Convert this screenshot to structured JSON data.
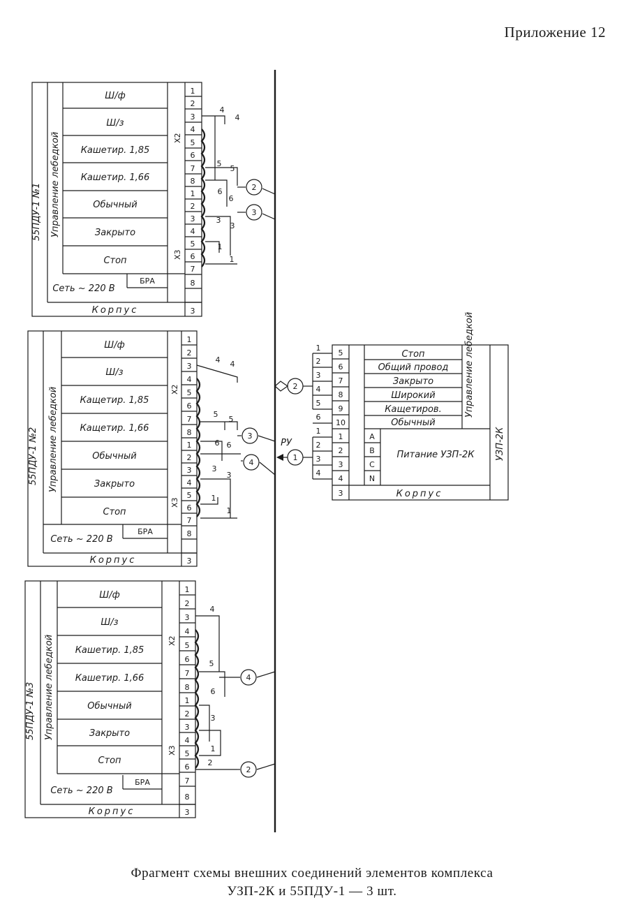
{
  "appendix_label": "Приложение 12",
  "caption": {
    "line1": "Фрагмент схемы внешних соединений элементов комплекса",
    "line2": "УЗП-2К и 55ПДУ-1 — 3 шт."
  },
  "pdu_units": [
    {
      "title": "55ПДУ-1 №1",
      "group_label": "Управление лебедкой",
      "functions": [
        "Ш/ф",
        "Ш/з",
        "Кашетир. 1,85",
        "Кашетир. 1,66",
        "Обычный",
        "Закрыто",
        "Стоп"
      ],
      "power_label": "Сеть ~ 220 В",
      "bra_label": "БРА",
      "case_label": "Корпус",
      "x2_label": "Х2",
      "x3_label": "Х3",
      "x2_pins": [
        "1",
        "2",
        "3",
        "4",
        "5",
        "6",
        "7",
        "8"
      ],
      "x3_pins": [
        "1",
        "2",
        "3",
        "4",
        "5",
        "6",
        "7",
        "8",
        "3"
      ],
      "wire_labels": [
        "4",
        "5",
        "6",
        "3",
        "1"
      ]
    },
    {
      "title": "55ПДУ-1 №2",
      "group_label": "Управление лебедкой",
      "functions": [
        "Ш/ф",
        "Ш/з",
        "Кащетир. 1,85",
        "Кащетир. 1,66",
        "Обычный",
        "Закрыто",
        "Стоп"
      ],
      "power_label": "Сеть ~ 220 В",
      "bra_label": "БРА",
      "case_label": "Корпус",
      "x2_label": "Х2",
      "x3_label": "Х3",
      "x2_pins": [
        "1",
        "2",
        "3",
        "4",
        "5",
        "6",
        "7",
        "8"
      ],
      "x3_pins": [
        "1",
        "2",
        "3",
        "4",
        "5",
        "6",
        "7",
        "8",
        "3"
      ],
      "wire_labels": [
        "4",
        "5",
        "6",
        "3",
        "1"
      ]
    },
    {
      "title": "55ПДУ-1 №3",
      "group_label": "Управление лебедкой",
      "functions": [
        "Ш/ф",
        "Ш/з",
        "Кашетир. 1,85",
        "Кашетир. 1,66",
        "Обычный",
        "Закрыто",
        "Стоп"
      ],
      "power_label": "Сеть ~ 220 В",
      "bra_label": "БРА",
      "case_label": "Корпус",
      "x2_label": "Х2",
      "x3_label": "Х3",
      "x2_pins": [
        "1",
        "2",
        "3",
        "4",
        "5",
        "6",
        "7",
        "8"
      ],
      "x3_pins": [
        "1",
        "2",
        "3",
        "4",
        "5",
        "6",
        "7",
        "8",
        "3"
      ],
      "wire_labels": [
        "4",
        "5",
        "6",
        "3",
        "1",
        "2"
      ]
    }
  ],
  "uzp": {
    "title": "УЗП-2К",
    "group_label": "Управление лебедкой",
    "functions": [
      "Стоп",
      "Общий провод",
      "Закрыто",
      "Широкий",
      "Кащетиров.",
      "Обычный"
    ],
    "power_label": "Питание УЗП-2К",
    "phase_labels": [
      "A",
      "B",
      "C",
      "N"
    ],
    "case_label": "Корпус",
    "left_pins": [
      "1",
      "2",
      "3",
      "4",
      "5",
      "6",
      "1",
      "2",
      "3",
      "4"
    ],
    "right_pins": [
      "5",
      "6",
      "7",
      "8",
      "9",
      "10",
      "1",
      "2",
      "3",
      "4",
      "3"
    ],
    "ru_label": "РУ"
  },
  "cables": [
    "1",
    "2",
    "3",
    "4"
  ]
}
